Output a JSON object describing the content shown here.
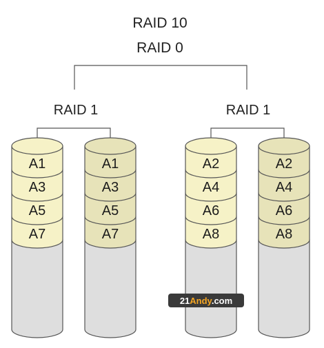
{
  "title_top": "RAID 10",
  "title_sub": "RAID 0",
  "groups": [
    {
      "label": "RAID 1",
      "disks": [
        {
          "blocks": [
            "A1",
            "A3",
            "A5",
            "A7"
          ]
        },
        {
          "blocks": [
            "A1",
            "A3",
            "A5",
            "A7"
          ]
        }
      ]
    },
    {
      "label": "RAID 1",
      "disks": [
        {
          "blocks": [
            "A2",
            "A4",
            "A6",
            "A8"
          ]
        },
        {
          "blocks": [
            "A2",
            "A4",
            "A6",
            "A8"
          ]
        }
      ]
    }
  ],
  "watermark": {
    "part1": "21",
    "part2": "Andy",
    "part3": ".com"
  },
  "colors": {
    "primary_fill": "#f6f2c7",
    "mirror_fill": "#e7e3b9",
    "empty_fill": "#dedede",
    "outline": "#555555",
    "connector": "#555555",
    "watermark_bg": "#3a3a3a",
    "watermark_accent": "#f5a623"
  }
}
